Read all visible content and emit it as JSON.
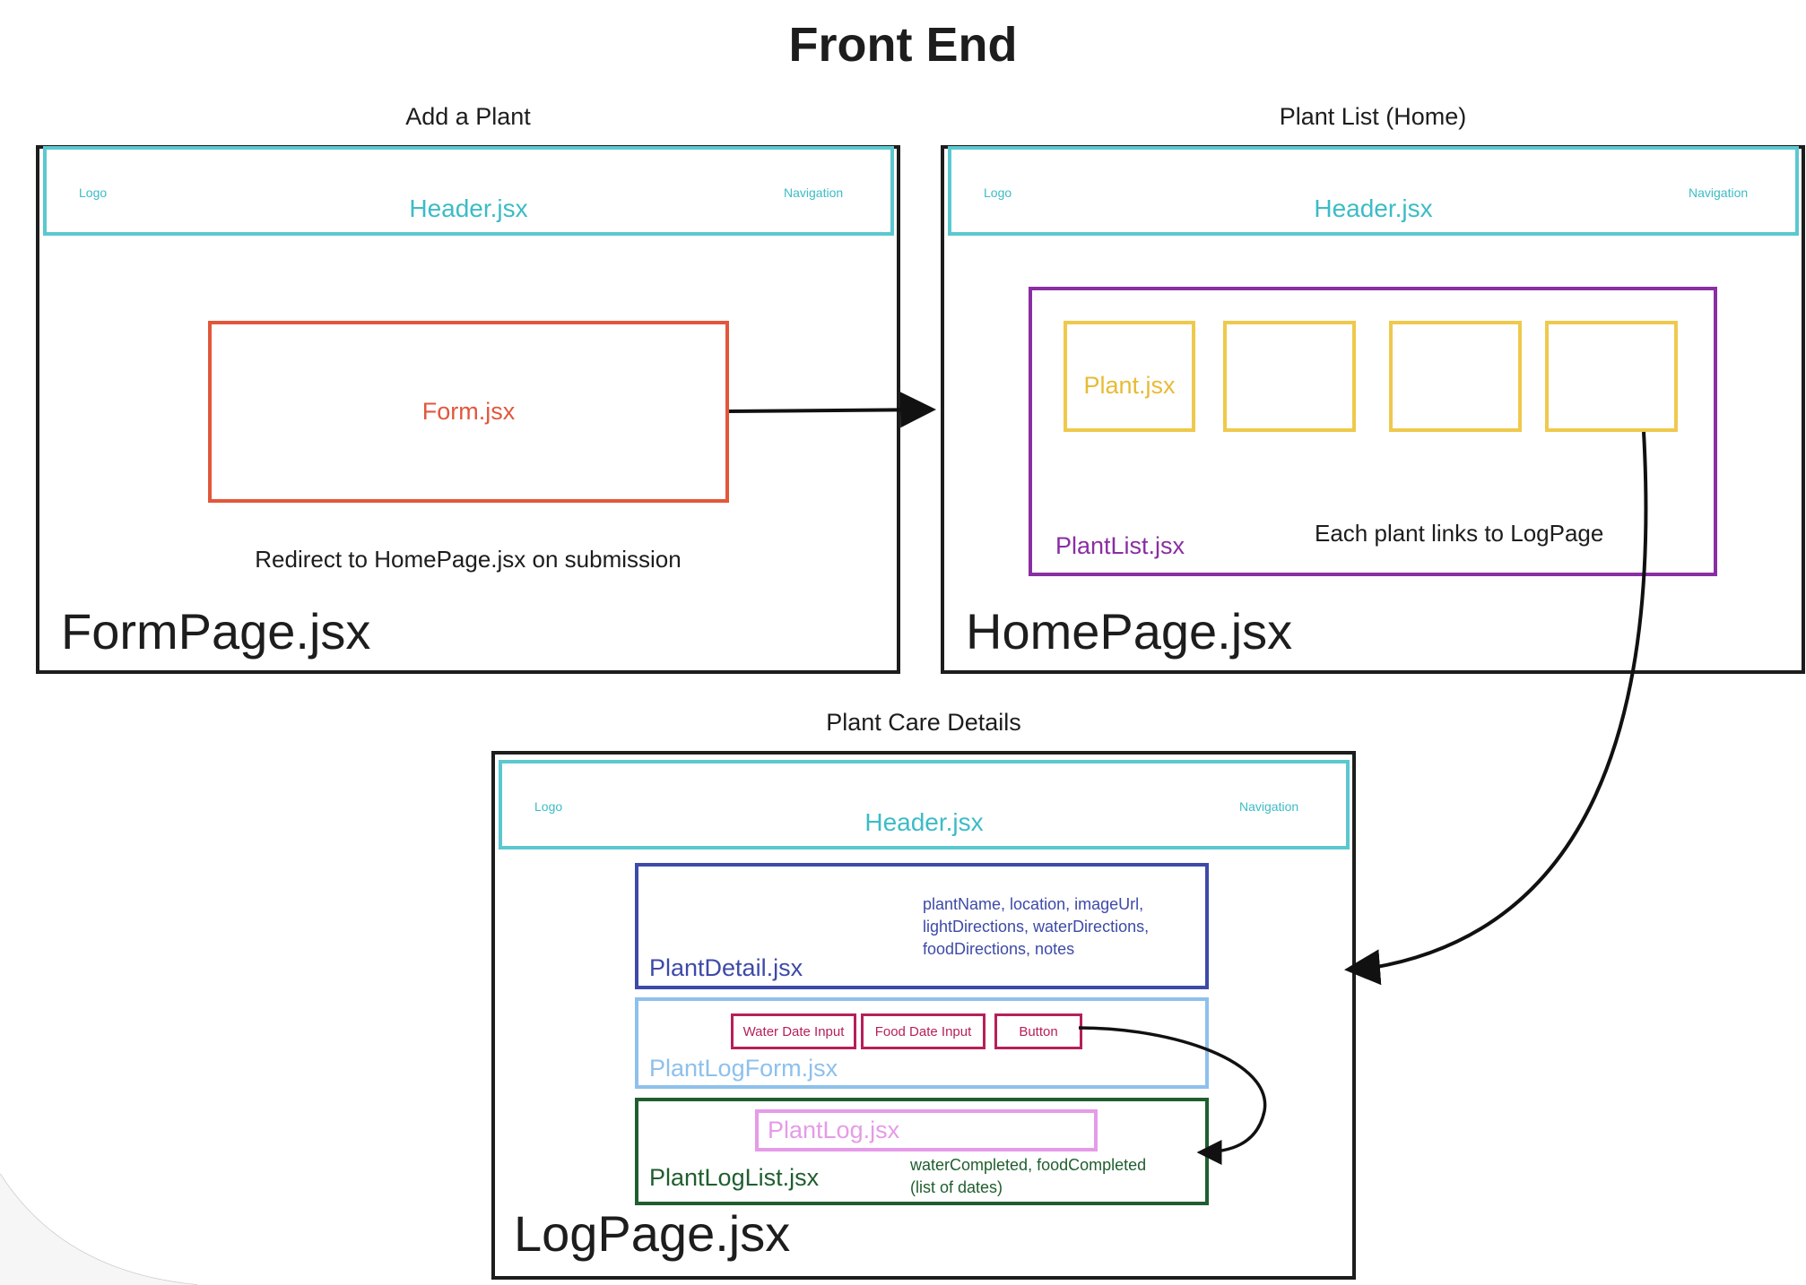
{
  "title": "Front End",
  "sections": {
    "add_plant": {
      "caption": "Add a Plant",
      "header": {
        "logo": "Logo",
        "label": "Header.jsx",
        "nav": "Navigation"
      },
      "form_label": "Form.jsx",
      "note": "Redirect to HomePage.jsx on submission",
      "page_label": "FormPage.jsx"
    },
    "plant_list": {
      "caption": "Plant List (Home)",
      "header": {
        "logo": "Logo",
        "label": "Header.jsx",
        "nav": "Navigation"
      },
      "plant_label": "Plant.jsx",
      "list_label": "PlantList.jsx",
      "note": "Each plant links to LogPage",
      "page_label": "HomePage.jsx"
    },
    "plant_care": {
      "caption": "Plant Care Details",
      "header": {
        "logo": "Logo",
        "label": "Header.jsx",
        "nav": "Navigation"
      },
      "detail": {
        "label": "PlantDetail.jsx",
        "fields_line1": "plantName, location, imageUrl,",
        "fields_line2": "lightDirections, waterDirections,",
        "fields_line3": "foodDirections, notes"
      },
      "log_form": {
        "label": "PlantLogForm.jsx",
        "water_input": "Water Date Input",
        "food_input": "Food Date Input",
        "button": "Button"
      },
      "log_list": {
        "label": "PlantLogList.jsx",
        "log_label": "PlantLog.jsx",
        "fields_line1": "waterCompleted, foodCompleted",
        "fields_line2": "(list of dates)"
      },
      "page_label": "LogPage.jsx"
    }
  },
  "colors": {
    "frame": "#1d1d1d",
    "header": "#5bc8cf",
    "form": "#e2573b",
    "plant_list": "#8a2ea3",
    "plant": "#efc94c",
    "plant_detail": "#3d4aa8",
    "plant_log_form": "#8ec0ec",
    "input_buttons": "#b61f5a",
    "plant_log_list": "#1f5e2f",
    "plant_log": "#e59be8"
  }
}
